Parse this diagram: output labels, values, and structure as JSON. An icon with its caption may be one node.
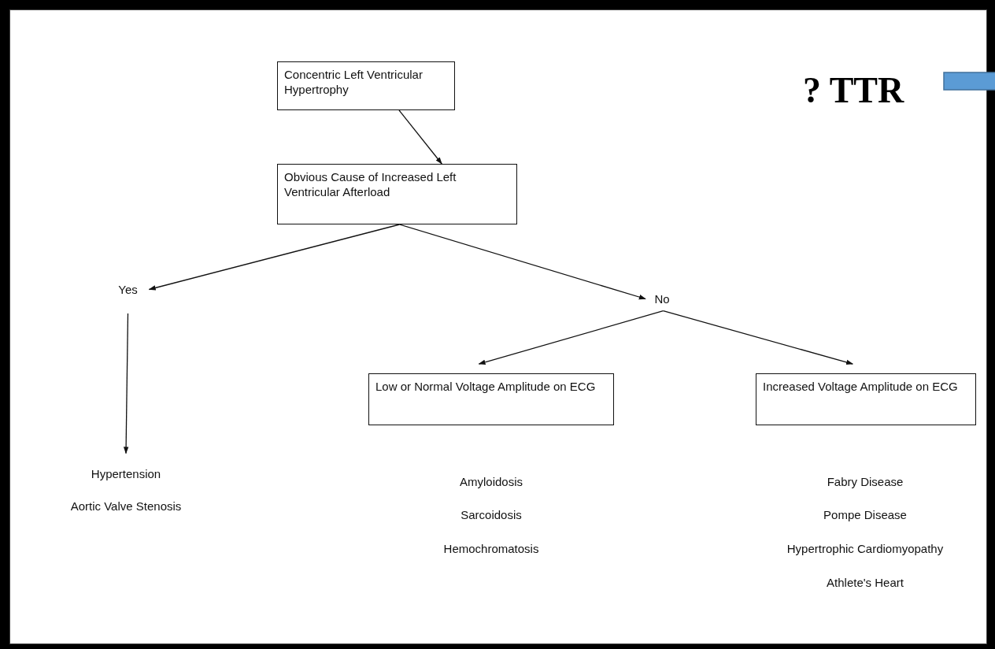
{
  "diagram": {
    "nodes": [
      {
        "text": [
          "Concentric Left Ventricular Hypertrophy"
        ]
      },
      {
        "text": [
          "Obvious Cause of Increased Left Ventricular Afterload"
        ]
      },
      {
        "text": [
          "Yes"
        ]
      },
      {
        "text": [
          "No"
        ]
      },
      {
        "text": [
          "Low or Normal Voltage Amplitude on ECG"
        ]
      },
      {
        "text": [
          "Increased Voltage Amplitude on ECG"
        ]
      },
      {
        "text": [
          "Hypertension",
          "Aortic Valve Stenosis"
        ]
      }
    ],
    "edges": [
      {
        "from": 0,
        "to": 1,
        "arrow": "to"
      },
      {
        "from": 1,
        "to": 2,
        "arrow": "to"
      },
      {
        "from": 1,
        "to": 3,
        "arrow": "to"
      },
      {
        "from": 3,
        "to": 4,
        "arrow": "to"
      },
      {
        "from": 3,
        "to": 5,
        "arrow": "to"
      },
      {
        "from": 2,
        "to": 6,
        "arrow": "to"
      }
    ],
    "labels": [
      "? TTR",
      "Amyloidosis",
      "Sarcoidosis",
      "Hemochromatosis",
      "Fabry Disease",
      "Pompe Disease",
      "Hypertrophic Cardiomyopathy",
      "Athlete's Heart"
    ]
  }
}
